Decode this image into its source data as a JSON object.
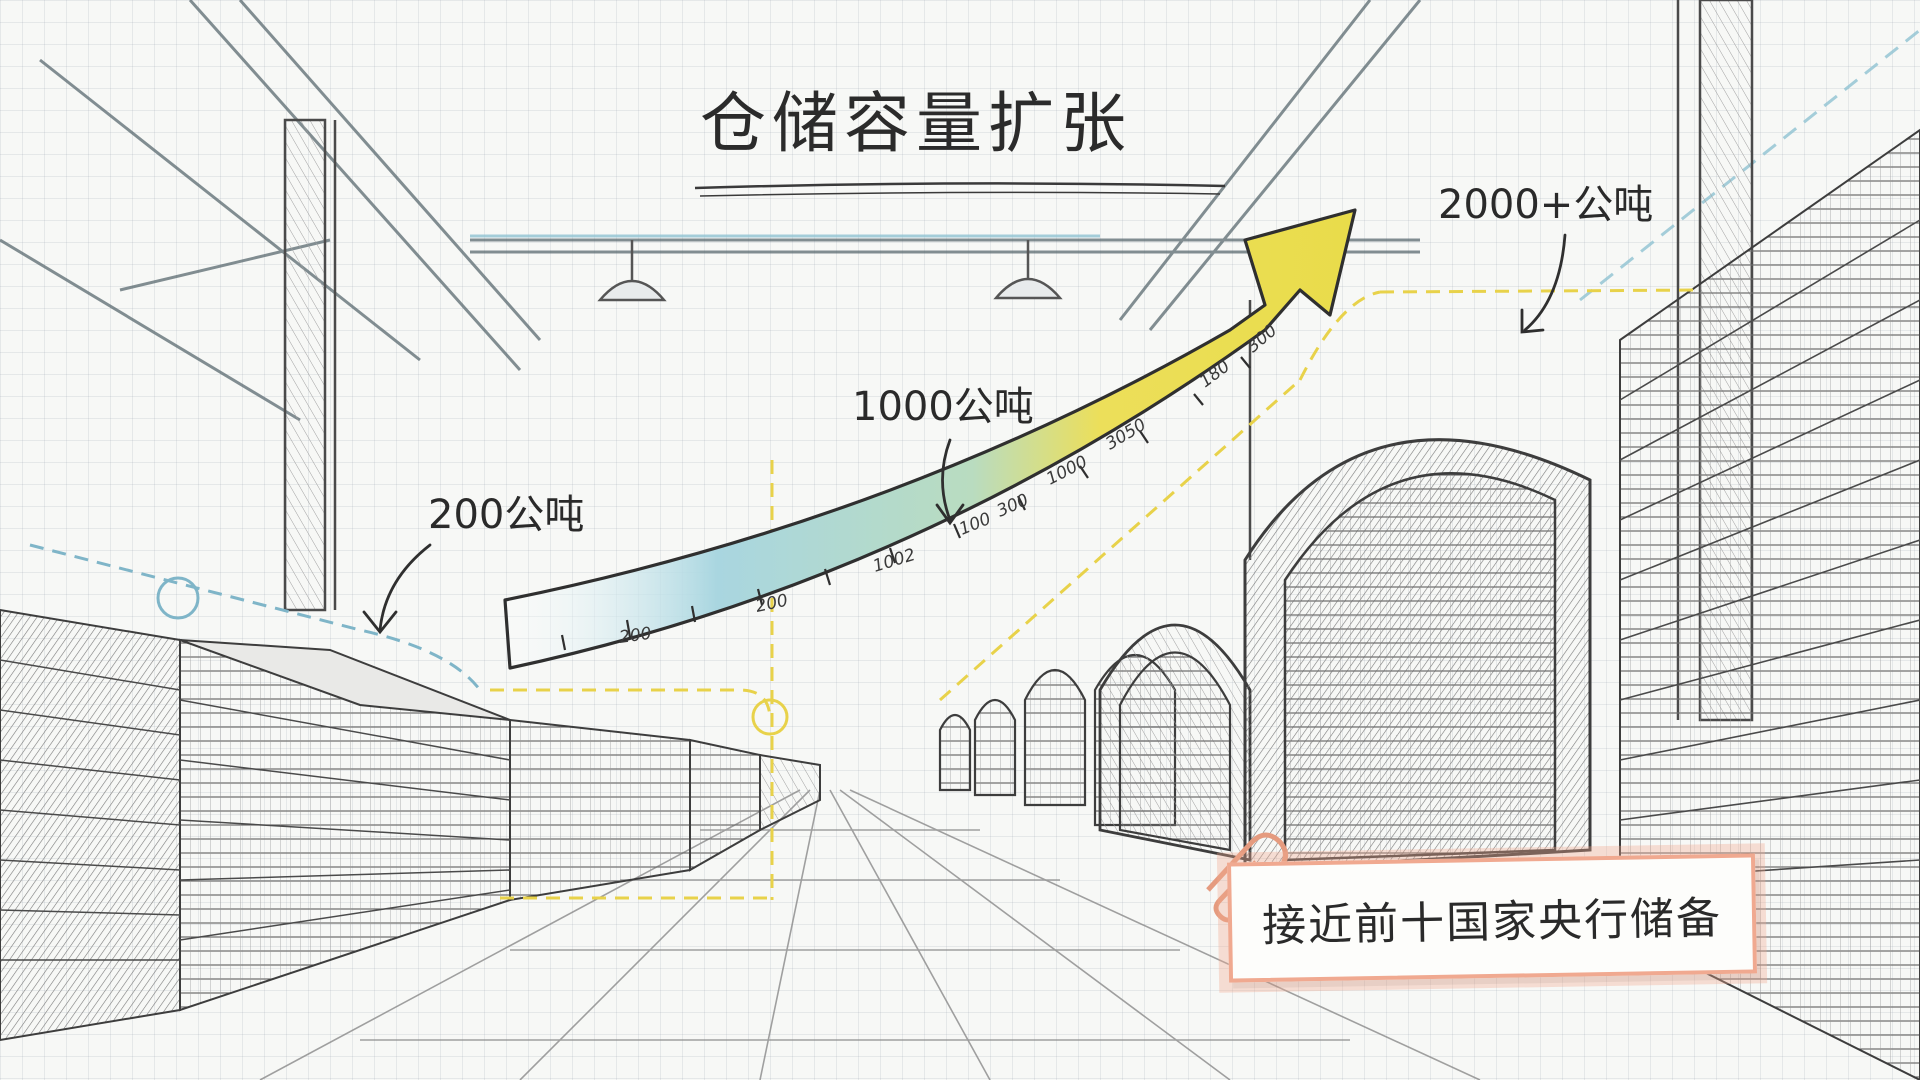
{
  "title": "仓储容量扩张",
  "callouts": {
    "left": "200公吨",
    "middle": "1000公吨",
    "right": "2000+公吨"
  },
  "note": "接近前十国家央行储备",
  "arrow_ticks": [
    "200",
    "200",
    "1002",
    "100",
    "300",
    "1000",
    "3050",
    "180",
    "300"
  ],
  "colors": {
    "pencil": "#3a3a3a",
    "blue_dash": "#7fb5c8",
    "yellow_dash": "#e8d24a",
    "arrow_blue": "#9fd0dc",
    "arrow_yellow": "#ecdf5a",
    "note_border": "#f0a990"
  }
}
